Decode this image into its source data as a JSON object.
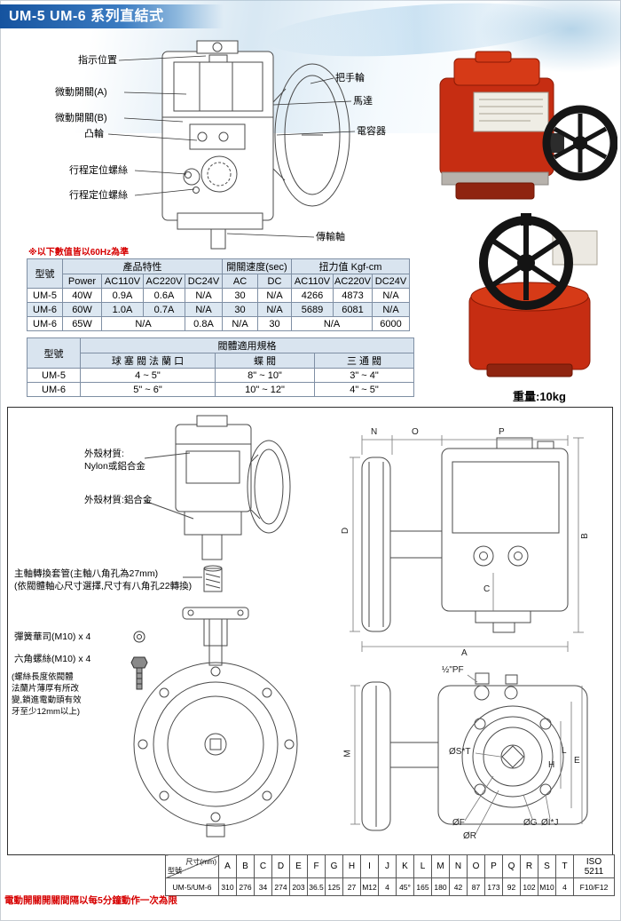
{
  "page": {
    "title": "UM-5 UM-6 系列直結式",
    "hz_note": "※以下數值皆以60Hz為準",
    "weight": "重量:10kg",
    "bottom_note": "電動開關開關間隔以每5分鐘動作一次為限"
  },
  "diagram_labels": {
    "indicator": "指示位置",
    "handwheel": "把手輪",
    "micro_a": "微動開關(A)",
    "motor": "馬達",
    "micro_b": "微動開關(B)",
    "cam": "凸輪",
    "capacitor": "電容器",
    "stroke_screw_1": "行程定位螺絲",
    "stroke_screw_2": "行程定位螺絲",
    "shaft": "傳輸軸"
  },
  "spec_table": {
    "model_header": "型號",
    "groups": {
      "product": "產品特性",
      "speed": "開關速度(sec)",
      "torque": "扭力值 Kgf-cm"
    },
    "sub": [
      "Power",
      "AC110V",
      "AC220V",
      "DC24V",
      "AC",
      "DC",
      "AC110V",
      "AC220V",
      "DC24V"
    ],
    "rows": [
      {
        "model": "UM-5",
        "power": "40W",
        "ac110": "0.9A",
        "ac220": "0.6A",
        "dc24": "N/A",
        "ac_speed": "30",
        "dc_speed": "N/A",
        "t110": "4266",
        "t220": "4873",
        "tdc": "N/A"
      },
      {
        "model": "UM-6",
        "power": "60W",
        "ac110": "1.0A",
        "ac220": "0.7A",
        "dc24": "N/A",
        "ac_speed": "30",
        "dc_speed": "N/A",
        "t110": "5689",
        "t220": "6081",
        "tdc": "N/A"
      },
      {
        "model": "UM-6",
        "power": "65W",
        "ac_na": "N/A",
        "dc24": "0.8A",
        "ac_speed": "N/A",
        "dc_speed": "30",
        "t_na": "N/A",
        "tdc": "6000"
      }
    ]
  },
  "valve_table": {
    "model_header": "型號",
    "title": "閥體適用規格",
    "headers": [
      "球 塞 閥 法 蘭 口",
      "蝶 閥",
      "三 通 閥"
    ],
    "rows": [
      {
        "model": "UM-5",
        "ball": "4 ~ 5\"",
        "butterfly": "8\" ~ 10\"",
        "three_way": "3\" ~ 4\""
      },
      {
        "model": "UM-6",
        "ball": "5\" ~ 6\"",
        "butterfly": "10\" ~ 12\"",
        "three_way": "4\" ~ 5\""
      }
    ]
  },
  "lower_labels": {
    "shell1_l1": "外殼材質:",
    "shell1_l2": "Nylon或鋁合金",
    "shell2": "外殼材質:鋁合金",
    "sleeve_l1": "主軸轉換套管(主軸八角孔為27mm)",
    "sleeve_l2": "(依閥體軸心尺寸選擇,尺寸有八角孔22轉換)",
    "washer": "彈簧華司(M10) x 4",
    "bolt": "六角螺絲(M10) x 4",
    "bolt_note_l1": "(螺絲長度依閥體",
    "bolt_note_l2": "法蘭片薄厚有所改",
    "bolt_note_l3": "變,鎖進電動頭有效",
    "bolt_note_l4": "牙至少12mm以上)"
  },
  "dims": {
    "n": "N",
    "o": "O",
    "p": "P",
    "d": "D",
    "b": "B",
    "c": "C",
    "a": "A",
    "pf": "½\"PF",
    "m": "M",
    "st": "ØS*T",
    "h": "H",
    "l": "L",
    "e": "E",
    "f": "ØF",
    "r": "ØR",
    "g": "ØG",
    "ij": "ØI*J"
  },
  "dim_table": {
    "corner_top": "尺寸(mm)",
    "corner_bottom": "型號",
    "columns": [
      "A",
      "B",
      "C",
      "D",
      "E",
      "F",
      "G",
      "H",
      "I",
      "J",
      "K",
      "L",
      "M",
      "N",
      "O",
      "P",
      "Q",
      "R",
      "S",
      "T"
    ],
    "iso_line1": "ISO",
    "iso_line2": "5211",
    "row_model": "UM-5/UM-6",
    "values": [
      "310",
      "276",
      "34",
      "274",
      "203",
      "36.5",
      "125",
      "27",
      "M12",
      "4",
      "45°",
      "165",
      "180",
      "42",
      "87",
      "173",
      "92",
      "102",
      "M10",
      "4"
    ],
    "iso_value": "F10/F12"
  }
}
